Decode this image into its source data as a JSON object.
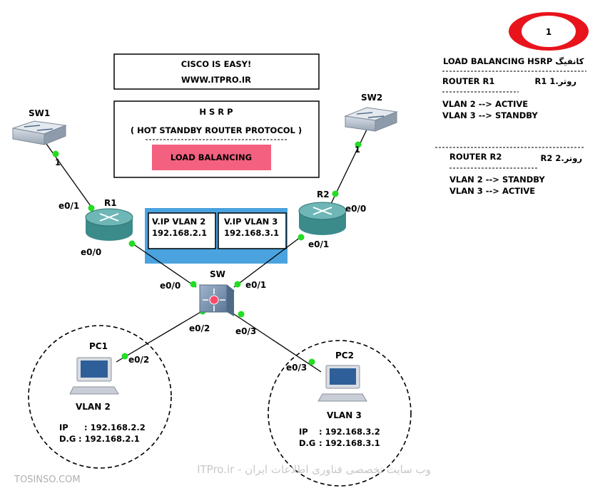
{
  "badge": {
    "number": "1"
  },
  "title_box": {
    "line1": "CISCO IS EASY!",
    "line2": "WWW.ITPRO.IR"
  },
  "hsrp_box": {
    "heading": "H S R P",
    "subheading": "( HOT   STANDBY   ROUTER   PROTOCOL )",
    "button": "LOAD BALANCING"
  },
  "vip_box": {
    "vlan2_title": "V.IP VLAN 2",
    "vlan2_ip": "192.168.2.1",
    "vlan3_title": "V.IP VLAN 3",
    "vlan3_ip": "192.168.3.1"
  },
  "devices": {
    "sw1": "SW1",
    "sw2": "SW2",
    "r1": "R1",
    "r2": "R2",
    "sw": "SW",
    "pc1": "PC1",
    "pc2": "PC2"
  },
  "ports": {
    "sw1_port": "1",
    "sw2_port": "1",
    "r1_e01": "e0/1",
    "r1_e00": "e0/0",
    "r2_e00": "e0/0",
    "r2_e01": "e0/1",
    "sw_e00": "e0/0",
    "sw_e01": "e0/1",
    "sw_e02": "e0/2",
    "sw_e03": "e0/3",
    "pc1_port": "e0/2",
    "pc2_port": "e0/3"
  },
  "pc1_info": {
    "vlan": "VLAN 2",
    "ip_label": "IP",
    "ip": ": 192.168.2.2",
    "dg_label": "D.G",
    "dg": ": 192.168.2.1"
  },
  "pc2_info": {
    "vlan": "VLAN 3",
    "ip_label": "IP",
    "ip": ": 192.168.3.2",
    "dg_label": "D.G",
    "dg": ": 192.168.3.1"
  },
  "config_panel": {
    "title": "LOAD BALANCING HSRP کانفیگ",
    "r1_header_left": "ROUTER R1",
    "r1_header_right": "R1 روتر.1",
    "r1_line1": "VLAN 2 --> ACTIVE",
    "r1_line2": "VLAN 3 --> STANDBY",
    "r2_header_left": "ROUTER R2",
    "r2_header_right": "R2 روتر.2",
    "r2_line1": "VLAN 2 --> STANDBY",
    "r2_line2": "VLAN 3 --> ACTIVE"
  },
  "watermark": {
    "left": "TOSINSO.COM",
    "center": "ITPro.ir - وب سایت تخصصی فناوری اطلاعات ایران"
  },
  "colors": {
    "badge_red": "#e8141c",
    "lb_button": "#f4607f",
    "vip_blue": "#4aa3df",
    "router_teal": "#3b8b8b",
    "link_dot": "#22dd22"
  }
}
